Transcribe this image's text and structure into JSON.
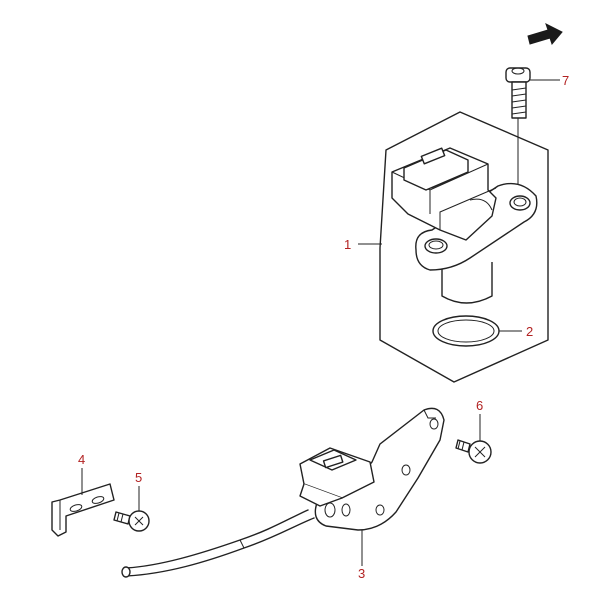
{
  "callouts": {
    "p1": "1",
    "p2": "2",
    "p3": "3",
    "p4": "4",
    "p5": "5",
    "p6": "6",
    "p7": "7"
  },
  "icons": {
    "direction": "front-direction-arrow-icon"
  },
  "colors": {
    "callout": "#b22222",
    "line": "#222222",
    "background": "#ffffff"
  }
}
